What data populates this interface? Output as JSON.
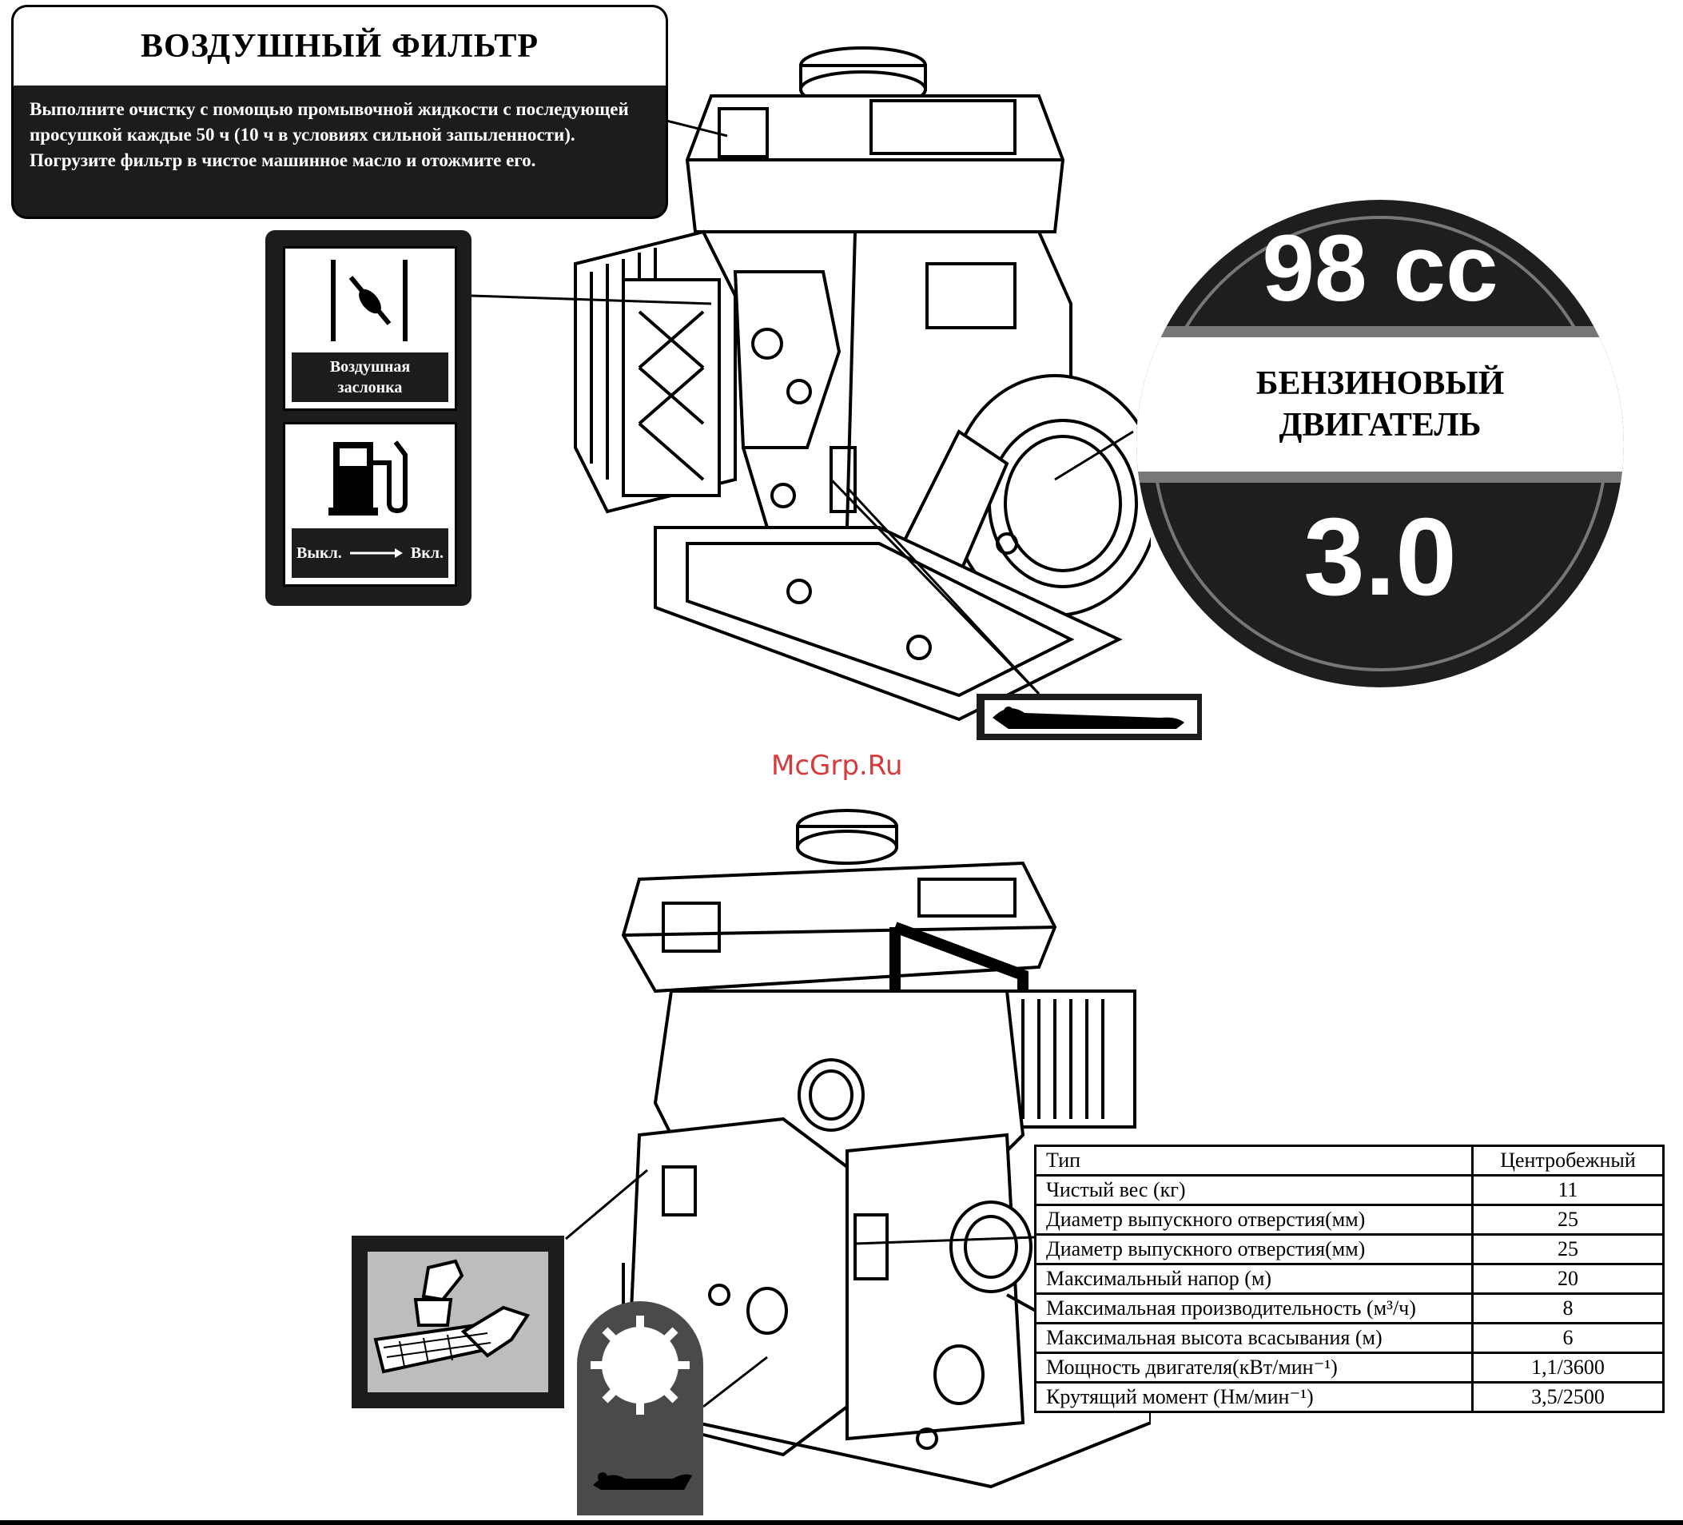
{
  "air_filter": {
    "title": "ВОЗДУШНЫЙ ФИЛЬТР",
    "text": "Выполните очистку с помощью промывочной жидкости с последующей просушкой каждые 50 ч (10 ч в условиях сильной запыленности). Погрузите фильтр в чистое машинное масло и отожмите его."
  },
  "choke_label": {
    "line1": "Воздушная",
    "line2": "заслонка",
    "icon": "choke-valve-icon"
  },
  "fuel_label": {
    "off": "Выкл.",
    "on": "Вкл.",
    "icon": "fuel-pump-icon"
  },
  "engine_badge": {
    "volume": "98 cc",
    "type_line1": "БЕНЗИНОВЫЙ",
    "type_line2": "ДВИГАТЕЛЬ",
    "power": "3.0"
  },
  "watermark": "McGrp.Ru",
  "specs": [
    {
      "param": "Тип",
      "value": "Центробежный"
    },
    {
      "param": "Чистый вес (кг)",
      "value": "11"
    },
    {
      "param": "Диаметр выпускного отверстия(мм)",
      "value": "25"
    },
    {
      "param": "Диаметр выпускного отверстия(мм)",
      "value": "25"
    },
    {
      "param": "Максимальный напор (м)",
      "value": "20"
    },
    {
      "param": "Максимальная производительность (м³/ч)",
      "value": "8"
    },
    {
      "param": "Максимальная высота всасывания (м)",
      "value": "6"
    },
    {
      "param": "Мощность двигателя(кВт/мин⁻¹)",
      "value": "1,1/3600"
    },
    {
      "param": "Крутящий момент (Нм/мин⁻¹)",
      "value": "3,5/2500"
    }
  ]
}
